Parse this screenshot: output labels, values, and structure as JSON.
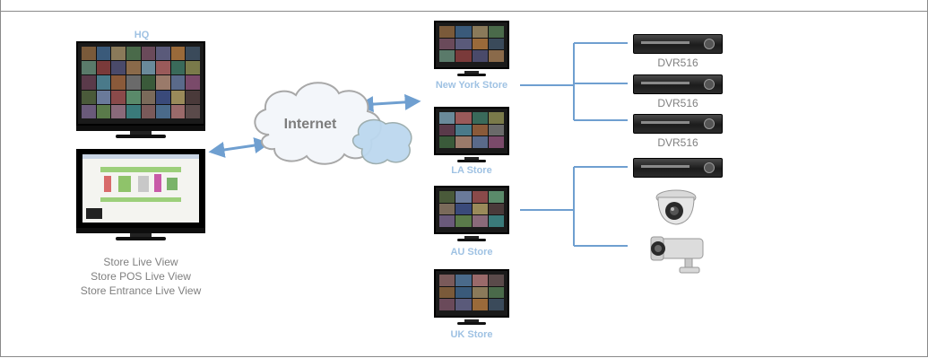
{
  "hq": {
    "label": "HQ",
    "caption_lines": [
      "Store Live View",
      "Store POS Live View",
      "Store Entrance Live View"
    ]
  },
  "internet": {
    "label": "Internet"
  },
  "stores": [
    {
      "label": "New York Store"
    },
    {
      "label": "LA Store"
    },
    {
      "label": "AU Store"
    },
    {
      "label": "UK Store"
    }
  ],
  "devices": {
    "dvr_label": "DVR516",
    "dvr_labels": [
      "DVR516",
      "DVR516",
      "DVR516"
    ]
  },
  "colors": {
    "accent": "#9fc2e3",
    "connector": "#6f9fd0",
    "text_grey": "#808080"
  }
}
